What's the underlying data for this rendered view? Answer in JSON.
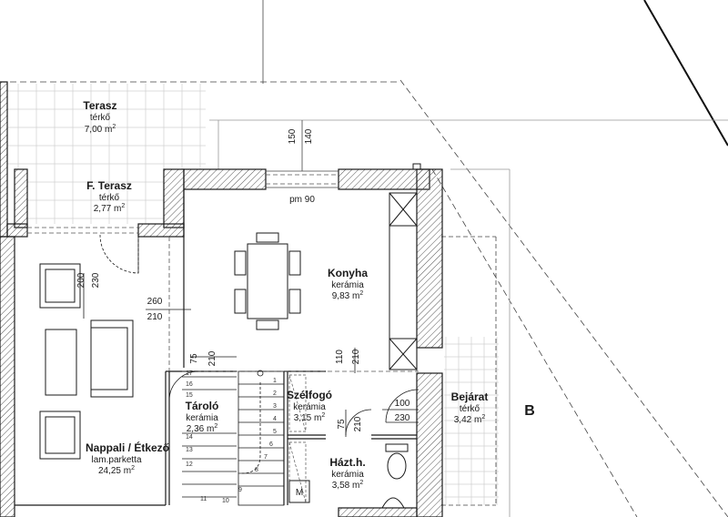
{
  "rooms": {
    "terasz": {
      "name": "Terasz",
      "material": "térkő",
      "area_value": "7,00 m",
      "area_sup": "2"
    },
    "f_terasz": {
      "name": "F. Terasz",
      "material": "térkő",
      "area_value": "2,77 m",
      "area_sup": "2"
    },
    "konyha": {
      "name": "Konyha",
      "material": "kerámia",
      "area_value": "9,83 m",
      "area_sup": "2"
    },
    "taroló": {
      "name": "Tároló",
      "material": "kerámia",
      "area_value": "2,36 m",
      "area_sup": "2"
    },
    "szelfogo": {
      "name": "Szélfogó",
      "material": "kerámia",
      "area_value": "3,15 m",
      "area_sup": "2"
    },
    "bejarat": {
      "name": "Bejárat",
      "material": "térkő",
      "area_value": "3,42 m",
      "area_sup": "2"
    },
    "haztartas": {
      "name": "Házt.h.",
      "material": "kerámia",
      "area_value": "3,58 m",
      "area_sup": "2"
    },
    "nappali": {
      "name": "Nappali / Étkező",
      "material": "lam.parketta",
      "area_value": "24,25 m",
      "area_sup": "2"
    }
  },
  "dimensions": {
    "d150": "150",
    "d140": "140",
    "pm90": "pm 90",
    "d200": "200",
    "d230a": "230",
    "d260": "260",
    "d210a": "210",
    "d75a": "75",
    "d210b": "210",
    "d110": "110",
    "d210c": "210",
    "d100": "100",
    "d230b": "230",
    "d75b": "75",
    "d210d": "210"
  },
  "section_marker": "B",
  "appliance_label": "M",
  "stair_steps": [
    "1",
    "2",
    "3",
    "4",
    "5",
    "6",
    "7",
    "8",
    "9",
    "10",
    "11",
    "12",
    "13",
    "14",
    "15",
    "16",
    "17"
  ],
  "colors": {
    "wall_fill": "#ffffff",
    "wall_hatch": "#555555",
    "line": "#1a1a1a",
    "thin": "#777777",
    "tile": "#c8c8c8"
  }
}
